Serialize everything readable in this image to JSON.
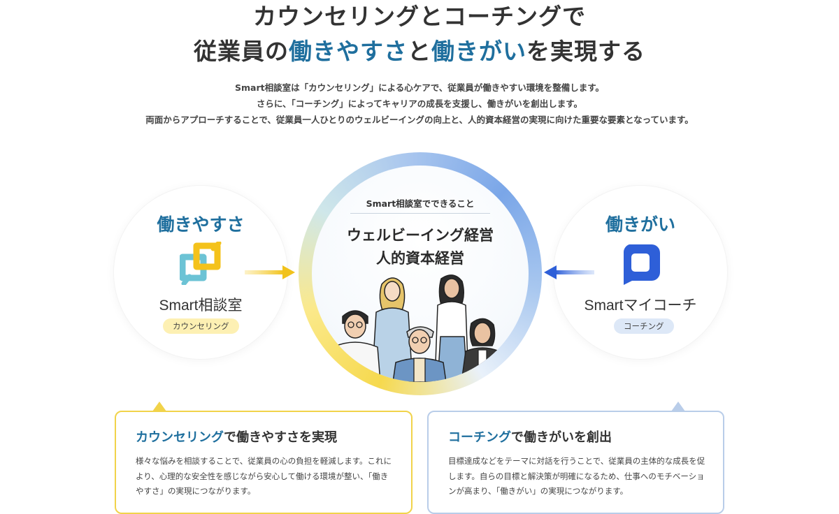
{
  "headline": {
    "line1": "カウンセリングとコーチングで",
    "line2_prefix": "従業員の",
    "line2_hl1": "働きやすさ",
    "line2_mid": "と",
    "line2_hl2": "働きがい",
    "line2_suffix": "を実現する"
  },
  "intro": [
    "Smart相談室は「カウンセリング」による心ケアで、従業員が働きやすい環境を整備します。",
    "さらに、「コーチング」によってキャリアの成長を支援し、働きがいを創出します。",
    "両面からアプローチすることで、従業員一人ひとりのウェルビーイングの向上と、人的資本経営の実現に向けた重要な要素となっています。"
  ],
  "left": {
    "title": "働きやすさ",
    "service": "Smart相談室",
    "badge": "カウンセリング",
    "icon": "smart-soudanshitsu-logo-icon"
  },
  "right": {
    "title": "働きがい",
    "service": "Smartマイコーチ",
    "badge": "コーチング",
    "icon": "smart-mycoach-logo-icon"
  },
  "center": {
    "caption": "Smart相談室でできること",
    "main1": "ウェルビーイング経営",
    "main2": "人的資本経営",
    "illustration": "people-group-illustration"
  },
  "cards": {
    "left": {
      "title_accent": "カウンセリング",
      "title_rest": "で働きやすさを実現",
      "body": "様々な悩みを相談することで、従業員の心の負担を軽減します。これにより、心理的な安全性を感じながら安心して働ける環境が整い、「働きやすさ」の実現につながります。"
    },
    "right": {
      "title_accent": "コーチング",
      "title_rest": "で働きがいを創出",
      "body": "目標達成などをテーマに対話を行うことで、従業員の主体的な成長を促します。自らの目標と解決策が明確になるため、仕事へのモチベーションが高まり、「働きがい」の実現につながります。"
    }
  },
  "colors": {
    "accent_blue": "#1f6f9e",
    "yellow": "#f1c21b",
    "blue": "#2e5fd8"
  }
}
